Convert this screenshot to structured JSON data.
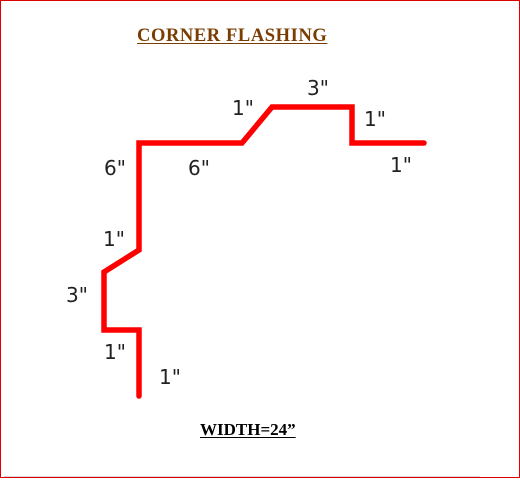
{
  "title": "CORNER  FLASHING",
  "width_label": "WIDTH=24”",
  "colors": {
    "profile_line": "#ff0000",
    "border": "#e00000",
    "title_text": "#7a3c00"
  },
  "dimensions": {
    "top_3": "3\"",
    "upper_1_left": "1\"",
    "upper_1_right": "1\"",
    "right_1": "1\"",
    "left_6": "6\"",
    "middle_6": "6\"",
    "mid_1": "1\"",
    "left_3": "3\"",
    "lower_1": "1\"",
    "bottom_1": "1\""
  }
}
